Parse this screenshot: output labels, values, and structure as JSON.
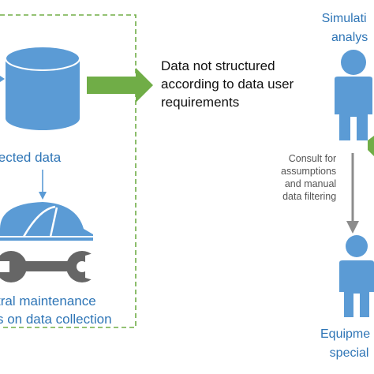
{
  "collected_data_label": "lected data",
  "maintenance_label": {
    "line1": "tral maintenance",
    "line2": "s on data collection"
  },
  "note": {
    "line1": "Data not structured",
    "line2": "according to data user",
    "line3": "requirements"
  },
  "simulation_label": {
    "line1": "Simulati",
    "line2": "analys"
  },
  "consult_label": {
    "line1": "Consult for",
    "line2": "assumptions",
    "line3": "and manual",
    "line4": "data filtering"
  },
  "equipment_label": {
    "line1": "Equipme",
    "line2": "special"
  },
  "colors": {
    "blue": "#5b9bd5",
    "blue_dark": "#2e75b6",
    "green": "#70ad47",
    "gray_arrow": "#8c8c8c",
    "wrench": "#666666"
  }
}
